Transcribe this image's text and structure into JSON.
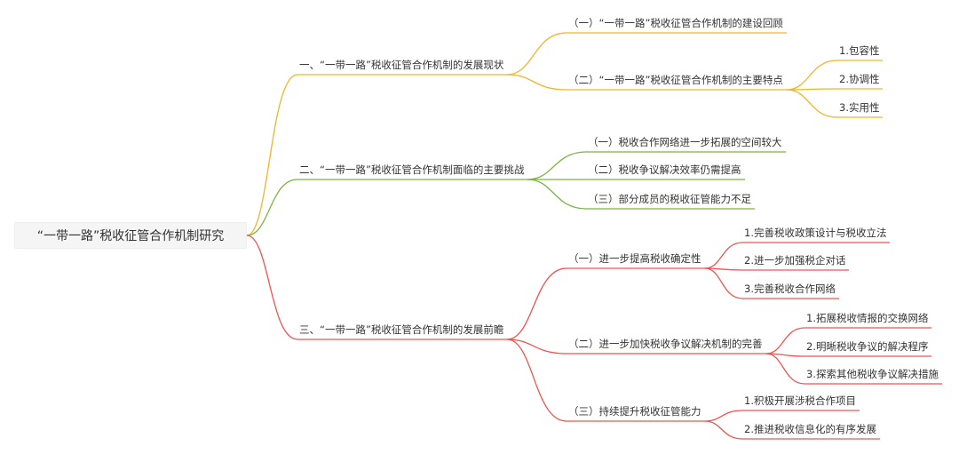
{
  "colors": {
    "branch1": "#f2b32a",
    "branch2": "#7cb342",
    "branch3": "#ef5350"
  },
  "root": {
    "label": "“一带一路”税收征管合作机制研究"
  },
  "branches": [
    {
      "label": "一、“一带一路”税收征管合作机制的发展现状",
      "children": [
        {
          "label": "（一）“一带一路”税收征管合作机制的建设回顾",
          "children": []
        },
        {
          "label": "（二）“一带一路”税收征管合作机制的主要特点",
          "children": [
            {
              "label": "1.包容性"
            },
            {
              "label": "2.协调性"
            },
            {
              "label": "3.实用性"
            }
          ]
        }
      ]
    },
    {
      "label": "二、“一带一路”税收征管合作机制面临的主要挑战",
      "children": [
        {
          "label": "（一）税收合作网络进一步拓展的空间较大",
          "children": []
        },
        {
          "label": "（二）税收争议解决效率仍需提高",
          "children": []
        },
        {
          "label": "（三）部分成员的税收征管能力不足",
          "children": []
        }
      ]
    },
    {
      "label": "三、“一带一路”税收征管合作机制的发展前瞻",
      "children": [
        {
          "label": "（一）进一步提高税收确定性",
          "children": [
            {
              "label": "1.完善税收政策设计与税收立法"
            },
            {
              "label": "2.进一步加强税企对话"
            },
            {
              "label": "3.完善税收合作网络"
            }
          ]
        },
        {
          "label": "（二）进一步加快税收争议解决机制的完善",
          "children": [
            {
              "label": "1.拓展税收情报的交换网络"
            },
            {
              "label": "2.明晰税收争议的解决程序"
            },
            {
              "label": "3.探索其他税收争议解决措施"
            }
          ]
        },
        {
          "label": "（三）持续提升税收征管能力",
          "children": [
            {
              "label": "1.积极开展涉税合作项目"
            },
            {
              "label": "2.推进税收信息化的有序发展"
            }
          ]
        }
      ]
    }
  ]
}
